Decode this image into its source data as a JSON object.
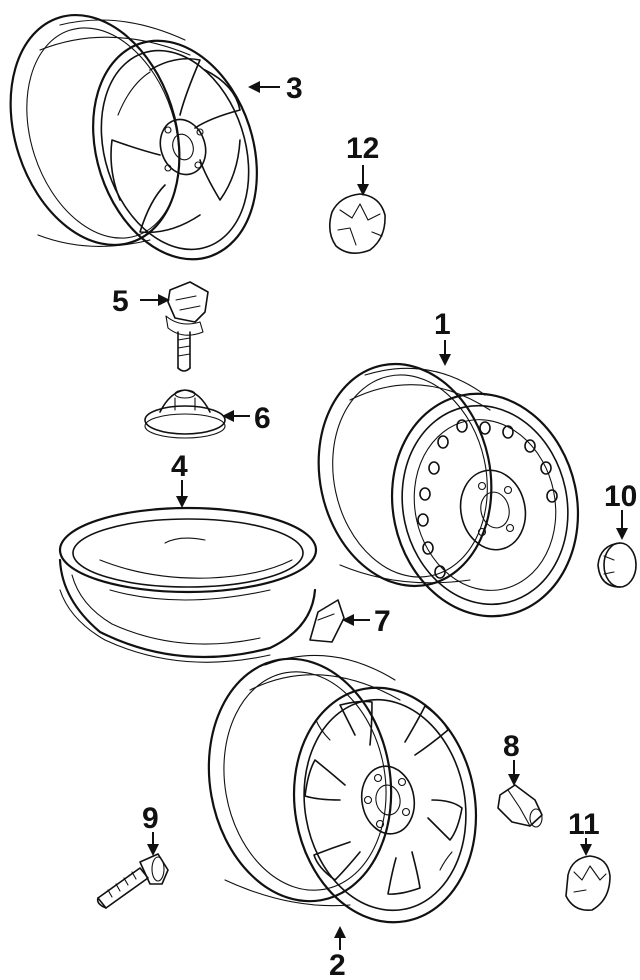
{
  "callouts": [
    {
      "id": "1",
      "label": "1"
    },
    {
      "id": "2",
      "label": "2"
    },
    {
      "id": "3",
      "label": "3"
    },
    {
      "id": "4",
      "label": "4"
    },
    {
      "id": "5",
      "label": "5"
    },
    {
      "id": "6",
      "label": "6"
    },
    {
      "id": "7",
      "label": "7"
    },
    {
      "id": "8",
      "label": "8"
    },
    {
      "id": "9",
      "label": "9"
    },
    {
      "id": "10",
      "label": "10"
    },
    {
      "id": "11",
      "label": "11"
    },
    {
      "id": "12",
      "label": "12"
    }
  ],
  "parts": {
    "p1": "steel-wheel",
    "p2": "alloy-wheel-lower",
    "p3": "alloy-wheel-upper",
    "p4": "spare-wheel",
    "p5": "spare-hold-bolt",
    "p6": "spacer-cone",
    "p7": "balance-weight",
    "p8": "lug-nut",
    "p9": "wheel-stud",
    "p10": "center-cap-steel",
    "p11": "center-cap-alloy",
    "p12": "center-cap-upper"
  }
}
